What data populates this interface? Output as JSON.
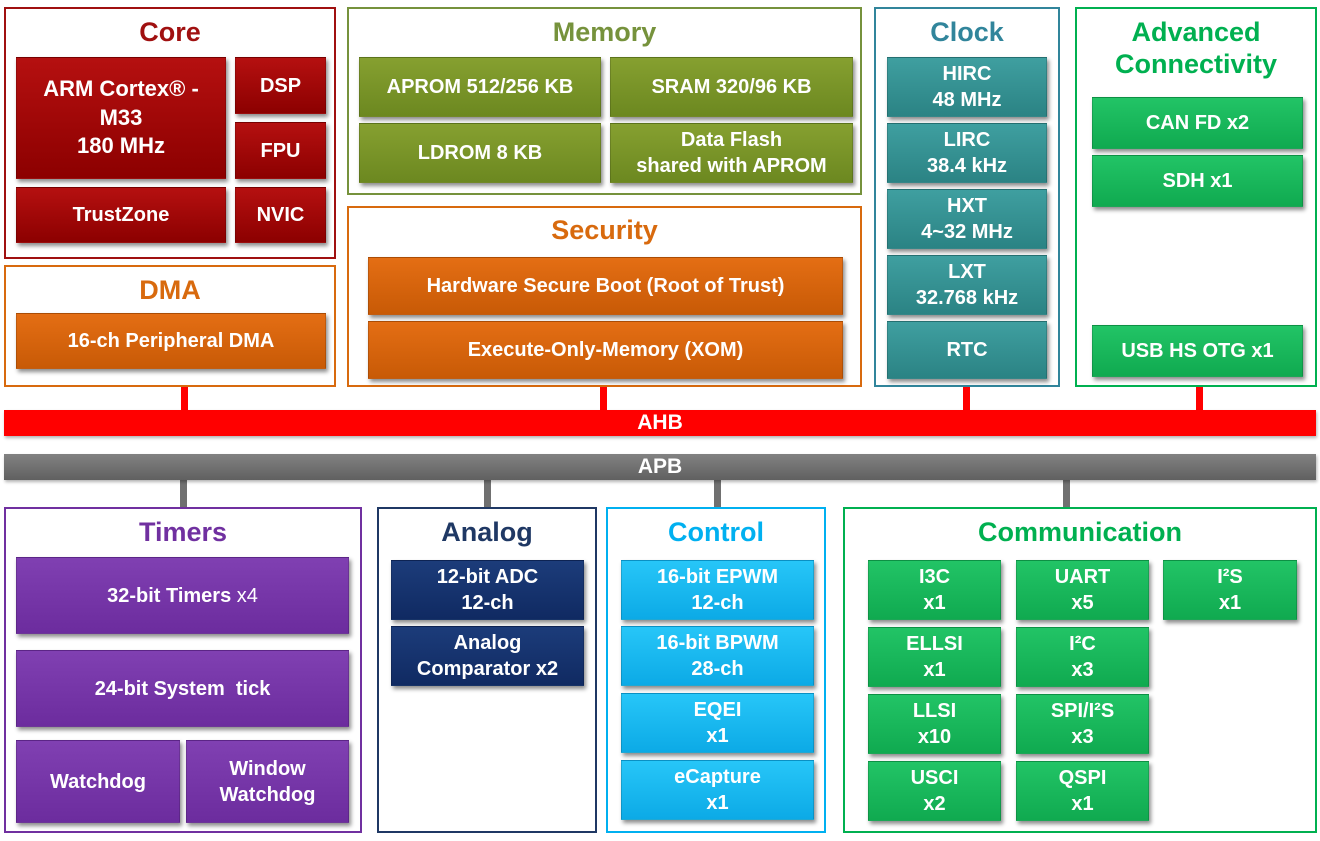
{
  "colors": {
    "core": "#a01010",
    "memory": "#76923c",
    "security": "#d86a0e",
    "clock": "#31859b",
    "connectivity": "#00b050",
    "timers": "#7030a0",
    "analog": "#1f3864",
    "control": "#00b0f0",
    "ahb": "#ff0000",
    "apb": "#707070"
  },
  "core": {
    "title": "Core",
    "cpu": [
      "ARM Cortex® -",
      "M33",
      "180 MHz"
    ],
    "dsp": "DSP",
    "fpu": "FPU",
    "trustzone": "TrustZone",
    "nvic": "NVIC"
  },
  "memory": {
    "title": "Memory",
    "aprom": "APROM 512/256 KB",
    "sram": "SRAM 320/96 KB",
    "ldrom": "LDROM 8 KB",
    "dataflash": [
      "Data Flash",
      "shared with APROM"
    ]
  },
  "clock": {
    "title": "Clock",
    "hirc": [
      "HIRC",
      "48 MHz"
    ],
    "lirc": [
      "LIRC",
      "38.4 kHz"
    ],
    "hxt": [
      "HXT",
      "4~32 MHz"
    ],
    "lxt": [
      "LXT",
      "32.768 kHz"
    ],
    "rtc": "RTC"
  },
  "connectivity": {
    "title": [
      "Advanced",
      "Connectivity"
    ],
    "canfd": "CAN FD x2",
    "sdh": "SDH x1",
    "usb": "USB HS OTG x1"
  },
  "dma": {
    "title": "DMA",
    "peripheral": "16-ch Peripheral DMA"
  },
  "security": {
    "title": "Security",
    "boot": "Hardware Secure Boot (Root of Trust)",
    "xom": "Execute-Only-Memory (XOM)"
  },
  "buses": {
    "ahb": "AHB",
    "apb": "APB"
  },
  "timers": {
    "title": "Timers",
    "t32": "32-bit Timers",
    "t32_count": "x4",
    "systick": "24-bit System  tick",
    "watchdog": "Watchdog",
    "window_watchdog": [
      "Window",
      "Watchdog"
    ]
  },
  "analog": {
    "title": "Analog",
    "adc": [
      "12-bit ADC",
      "12-ch"
    ],
    "comparator": [
      "Analog",
      "Comparator x2"
    ]
  },
  "control": {
    "title": "Control",
    "epwm": [
      "16-bit EPWM",
      "12-ch"
    ],
    "bpwm": [
      "16-bit BPWM",
      "28-ch"
    ],
    "eqei": [
      "EQEI",
      "x1"
    ],
    "ecapture": [
      "eCapture",
      "x1"
    ]
  },
  "communication": {
    "title": "Communication",
    "i3c": [
      "I3C",
      "x1"
    ],
    "uart": [
      "UART",
      "x5"
    ],
    "i2s": [
      "I²S",
      "x1"
    ],
    "ellsi": [
      "ELLSI",
      "x1"
    ],
    "i2c": [
      "I²C",
      "x3"
    ],
    "llsi": [
      "LLSI",
      "x10"
    ],
    "spi": [
      "SPI/I²S",
      "x3"
    ],
    "usci": [
      "USCI",
      "x2"
    ],
    "qspi": [
      "QSPI",
      "x1"
    ]
  }
}
